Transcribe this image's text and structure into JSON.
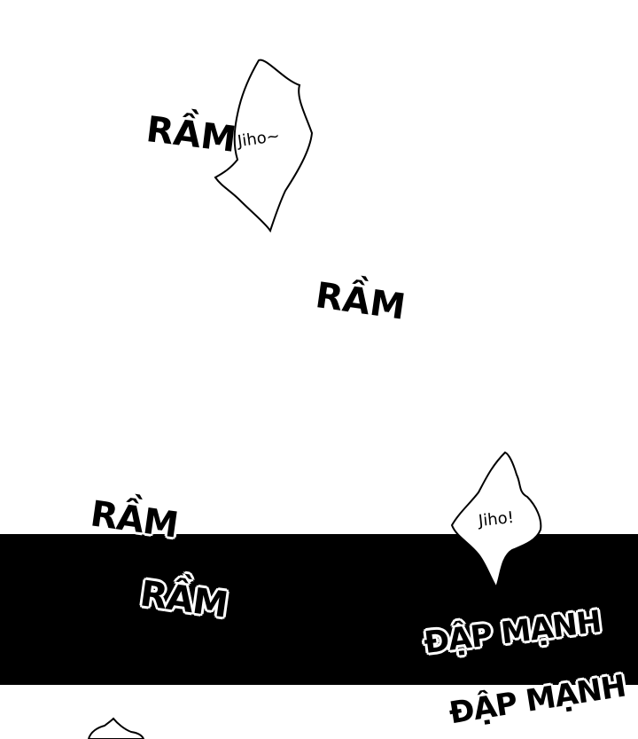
{
  "colors": {
    "background": "#ffffff",
    "ink": "#000000",
    "band": "#000000"
  },
  "sfx": [
    {
      "text": "RẦM"
    },
    {
      "text": "RẦM"
    },
    {
      "text": "RẦM"
    },
    {
      "text": "RẦM"
    },
    {
      "text": "ĐẬP MẠNH"
    },
    {
      "text": "ĐẬP MẠNH"
    }
  ],
  "bubbles": [
    {
      "text": "Jiho~"
    },
    {
      "text": "Jiho!"
    }
  ]
}
